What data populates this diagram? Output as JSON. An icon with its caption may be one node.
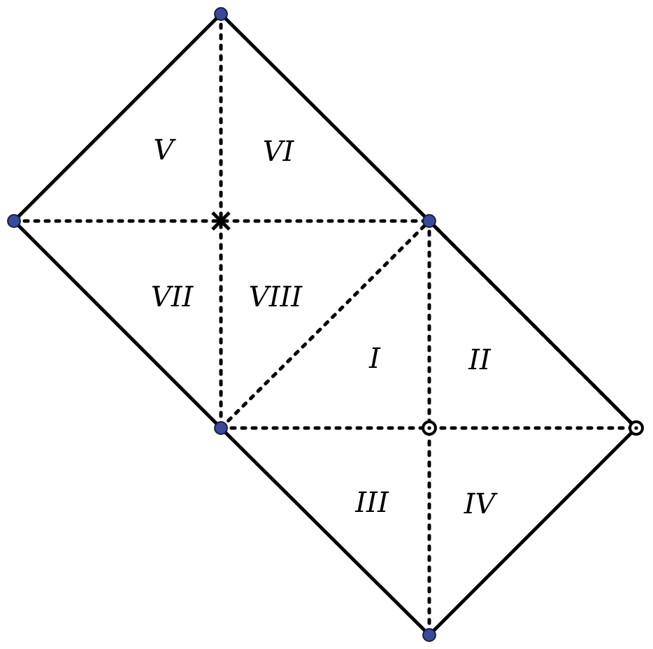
{
  "diagram": {
    "labels": [
      "V",
      "VI",
      "VII",
      "VIII",
      "I",
      "II",
      "III",
      "IV"
    ]
  }
}
